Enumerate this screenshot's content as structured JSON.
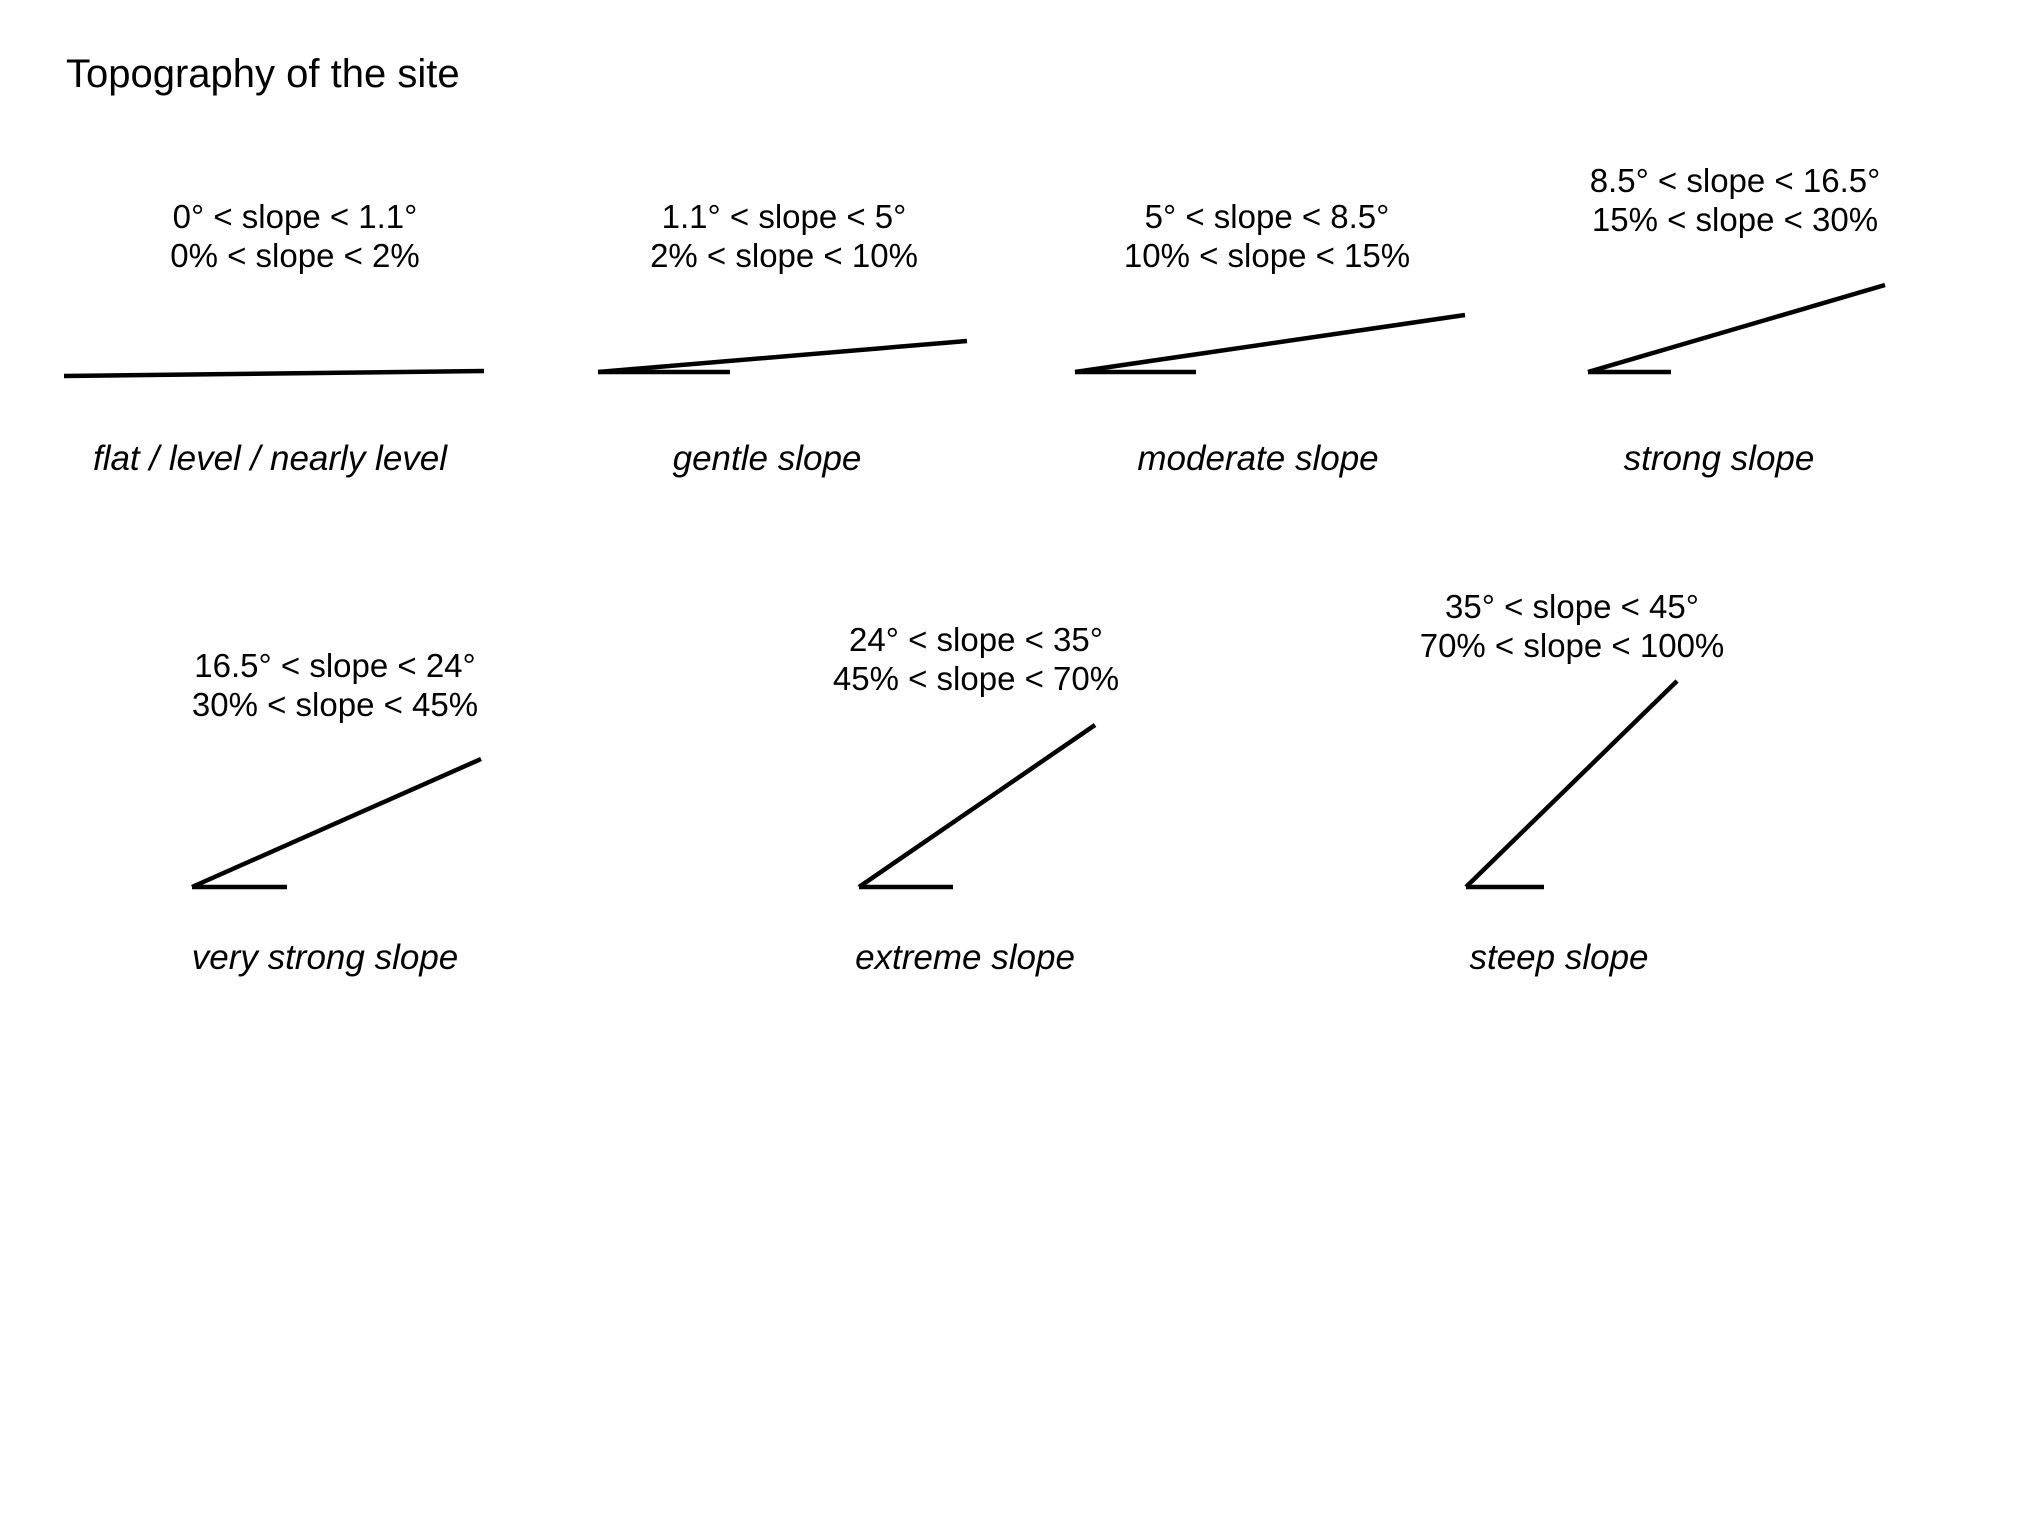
{
  "title": "Topography of the site",
  "line_color": "#000000",
  "slope_classes": [
    {
      "degree_range": "0° < slope < 1.1°",
      "percent_range": "0% < slope < 2%",
      "name": "flat / level / nearly level"
    },
    {
      "degree_range": "1.1° < slope < 5°",
      "percent_range": "2% < slope < 10%",
      "name": "gentle slope"
    },
    {
      "degree_range": "5° < slope < 8.5°",
      "percent_range": "10% < slope < 15%",
      "name": "moderate slope"
    },
    {
      "degree_range": "8.5° < slope < 16.5°",
      "percent_range": "15% < slope < 30%",
      "name": "strong slope"
    },
    {
      "degree_range": "16.5° < slope < 24°",
      "percent_range": "30% < slope < 45%",
      "name": "very strong slope"
    },
    {
      "degree_range": "24° < slope < 35°",
      "percent_range": "45% < slope < 70%",
      "name": "extreme slope"
    },
    {
      "degree_range": "35° < slope < 45°",
      "percent_range": "70% < slope < 100%",
      "name": "steep slope"
    }
  ]
}
